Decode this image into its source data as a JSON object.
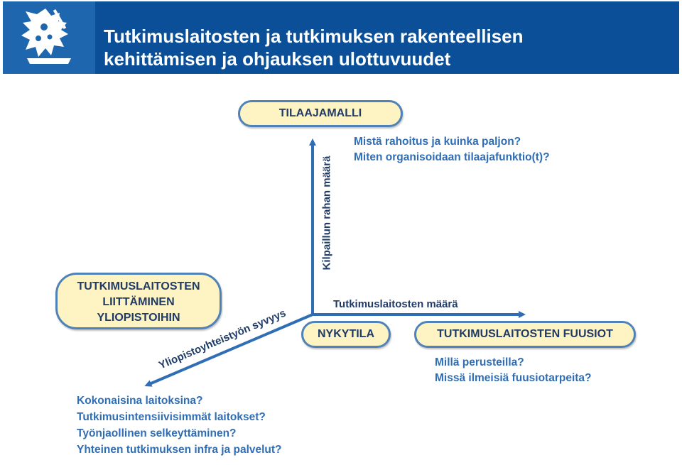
{
  "header": {
    "title_line1": "Tutkimuslaitosten ja tutkimuksen rakenteellisen",
    "title_line2": "kehittämisen ja ohjauksen ulottuvuudet",
    "logo_icon": "finnish-lion-coat-of-arms",
    "background_color": "#0a4f97"
  },
  "diagram": {
    "center_box": "NYKYTILA",
    "top_box": "TILAAJAMALLI",
    "right_box": "TUTKIMUSLAITOSTEN FUUSIOT",
    "left_box": [
      "TUTKIMUSLAITOSTEN",
      "LIITTÄMINEN",
      "YLIOPISTOIHIN"
    ],
    "vertical_axis_label": "Kilpaillun rahan määrä",
    "horizontal_axis_label": "Tutkimuslaitosten määrä",
    "diagonal_axis_label": "Yliopistoyhteistyön syvyys",
    "top_questions": [
      "Mistä rahoitus ja kuinka paljon?",
      "Miten organisoidaan tilaajafunktio(t)?"
    ],
    "right_questions": [
      "Millä perusteilla?",
      "Missä ilmeisiä fuusiotarpeita?"
    ],
    "left_questions": [
      "Kokonaisina laitoksina?",
      "Tutkimusintensiivisimmät laitokset?",
      "Työnjaollinen selkeyttäminen?",
      "Yhteinen tutkimuksen infra ja palvelut?"
    ],
    "box_fill_color": "#fdf3c3",
    "box_border_color": "#4f82b8",
    "arrow_color": "#2f6db4",
    "question_color": "#2f6db4"
  }
}
